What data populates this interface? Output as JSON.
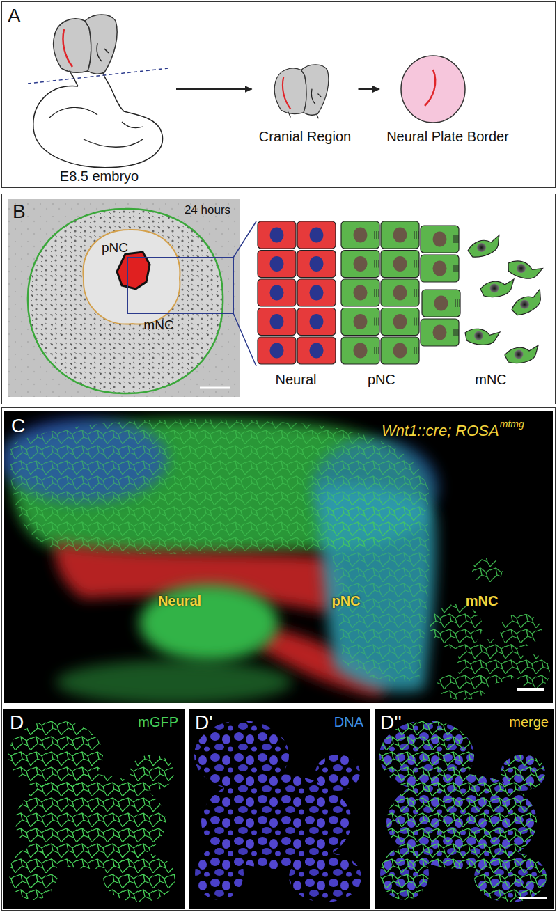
{
  "diagram": {
    "nodes": [
      {
        "text": [
          "A"
        ]
      },
      {
        "text": [
          "E8.5 embryo"
        ],
        "in": 0
      },
      {
        "text": [
          "Cranial Region"
        ],
        "in": 0
      },
      {
        "text": [
          "Neural Plate Border"
        ],
        "in": 0
      }
    ],
    "edges": [
      {
        "from": 1,
        "to": 2,
        "arrow": "to"
      },
      {
        "from": 2,
        "to": 3,
        "arrow": "to"
      }
    ],
    "labels": [
      "B",
      "24 hours",
      "pNC",
      "mNC",
      "Neural",
      "pNC",
      "mNC",
      "C",
      "Wnt1::cre; ROSA",
      "mtmg",
      "Neural",
      "pNC",
      "mNC",
      "D",
      "mGFP",
      "D'",
      "DNA",
      "D''",
      "merge"
    ]
  }
}
